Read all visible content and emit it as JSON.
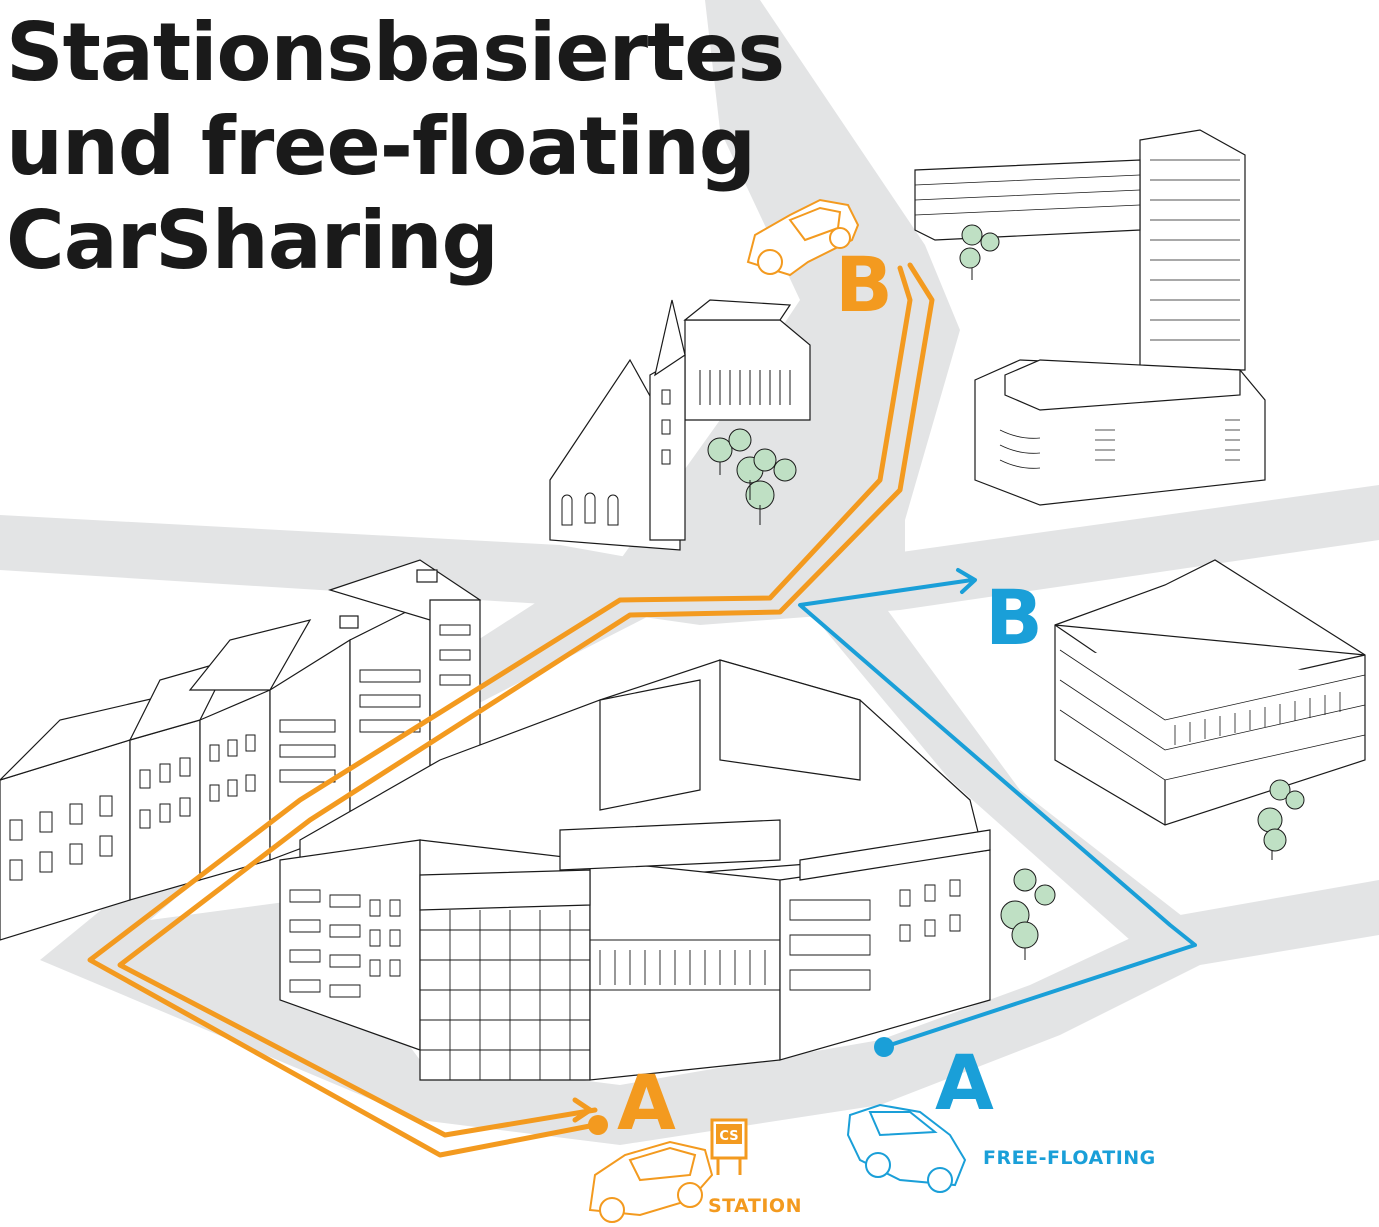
{
  "title": {
    "line1": "Stationsbasiertes",
    "line2": "und free-floating",
    "line3": "CarSharing"
  },
  "station": {
    "start_label": "A",
    "end_label": "B",
    "sign_text": "CS",
    "caption": "STATION",
    "color": "#f39a1f"
  },
  "free_floating": {
    "start_label": "A",
    "end_label": "B",
    "caption": "FREE-FLOATING",
    "color": "#1a9fd8"
  },
  "colors": {
    "road": "#e3e4e5",
    "building_stroke": "#1a1a1a",
    "tree_fill": "#bfe0c4",
    "title": "#1a1a1a"
  }
}
